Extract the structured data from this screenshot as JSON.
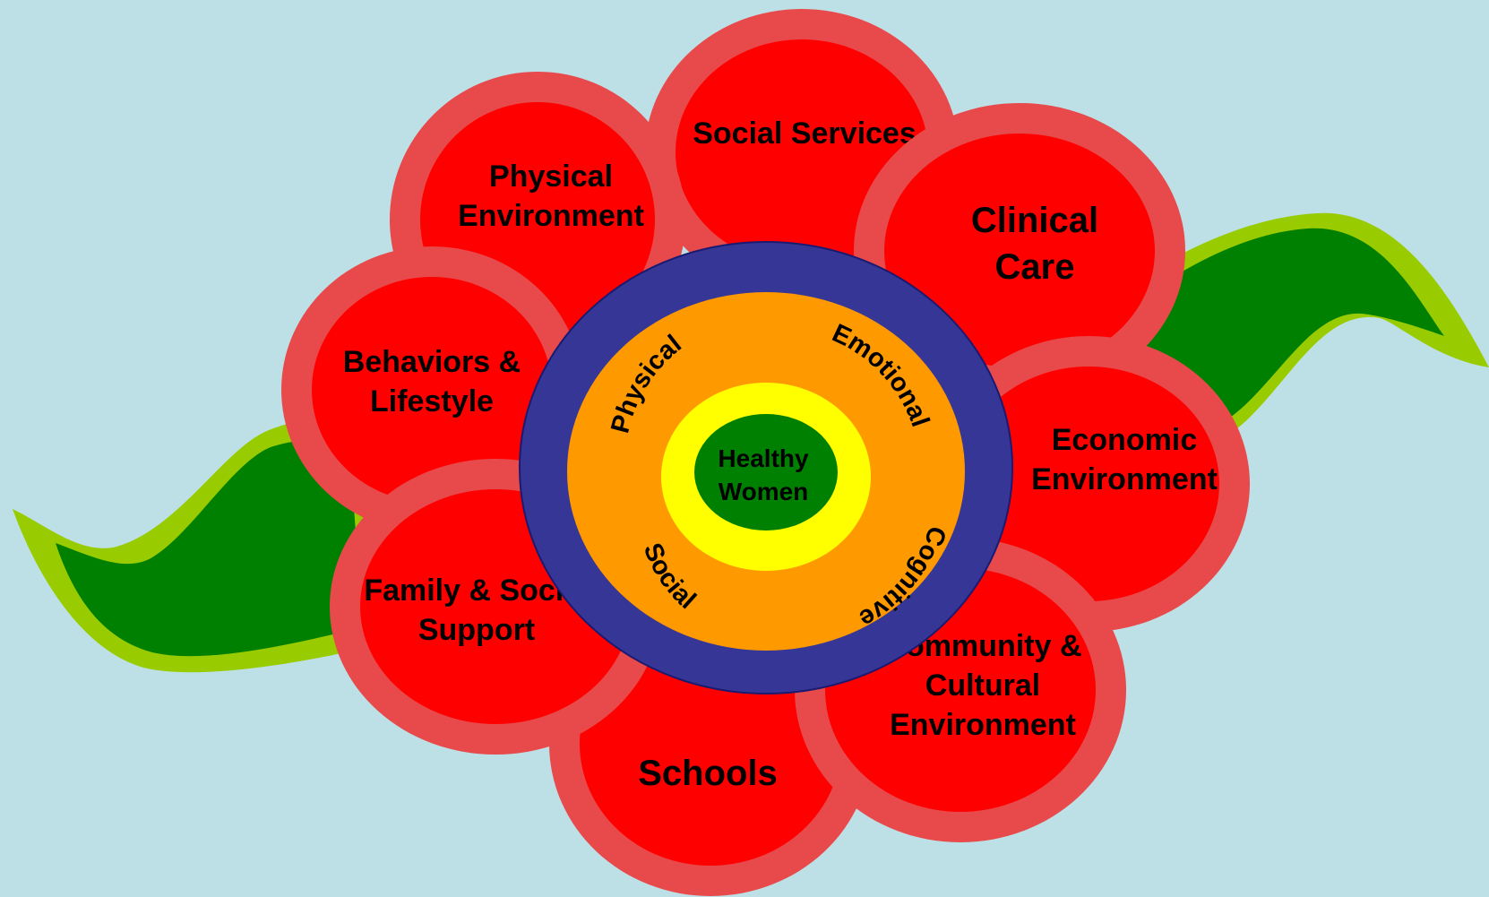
{
  "title": "",
  "center": {
    "lines": [
      "Healthy",
      "Women"
    ]
  },
  "wellbeing_ring": {
    "physical": "Physical",
    "emotional": "Emotional",
    "social": "Social",
    "cognitive": "Cognitive"
  },
  "petals": [
    {
      "id": "social-services",
      "lines": [
        "Social Services"
      ]
    },
    {
      "id": "physical-environment",
      "lines": [
        "Physical",
        "Environment"
      ]
    },
    {
      "id": "clinical-care",
      "lines": [
        "Clinical",
        "Care"
      ]
    },
    {
      "id": "behaviors-lifestyle",
      "lines": [
        "Behaviors &",
        "Lifestyle"
      ]
    },
    {
      "id": "economic-environment",
      "lines": [
        "Economic",
        "Environment"
      ]
    },
    {
      "id": "family-social-support",
      "lines": [
        "Family & Social",
        "Support"
      ]
    },
    {
      "id": "community-cultural-environment",
      "lines": [
        "Community &",
        "Cultural",
        "Environment"
      ]
    },
    {
      "id": "schools",
      "lines": [
        "Schools"
      ]
    }
  ],
  "colors": {
    "background": "#bde0e6",
    "petal_outer": "#e8494b",
    "petal_inner": "#ff0000",
    "leaf_outer": "#99cc00",
    "leaf_inner": "#008000",
    "outer_ring": "#363696",
    "middle_ring": "#ff9900",
    "inner_ring": "#ffff00",
    "center": "#008000"
  }
}
